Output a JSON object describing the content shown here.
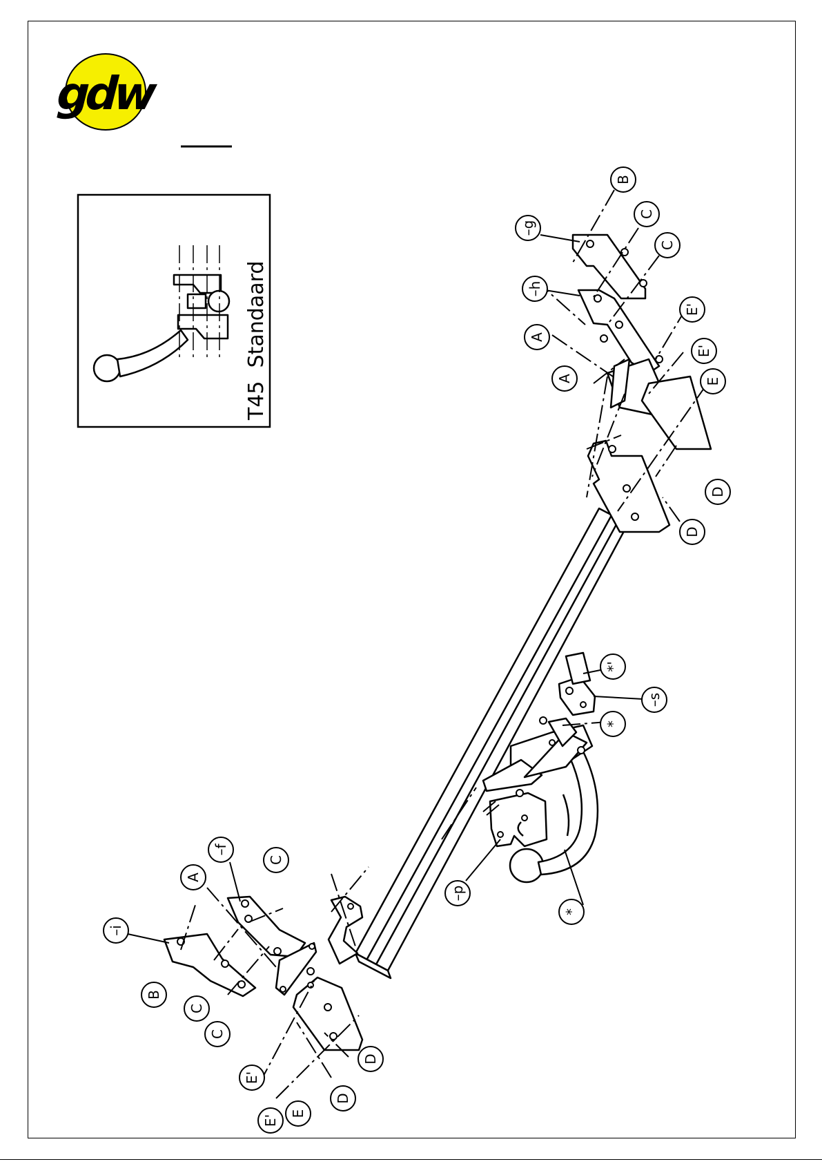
{
  "brand": {
    "logo_text": "gdw",
    "logo_color": "#f6ef00"
  },
  "inset": {
    "model_label": "T45  Standaard"
  },
  "callouts": {
    "B_top": "B",
    "C_top1": "C",
    "C_top2": "C",
    "g": "–g",
    "h": "–h",
    "A_top1": "A",
    "A_top2": "A",
    "E1_top1": "E'",
    "E1_top2": "E'",
    "E_top": "E",
    "D_top1": "D",
    "D_top2": "D",
    "star1": "*'",
    "s": "–s",
    "star2": "*",
    "star3": "*",
    "p": "–p",
    "f": "–f",
    "A_bot": "A",
    "C_bot1": "C",
    "i": "–i",
    "B_bot": "B",
    "C_bot2": "C",
    "C_bot3": "C",
    "E1_bot1": "E'",
    "E1_bot2": "E'",
    "E_bot": "E",
    "D_bot1": "D",
    "D_bot2": "D"
  }
}
